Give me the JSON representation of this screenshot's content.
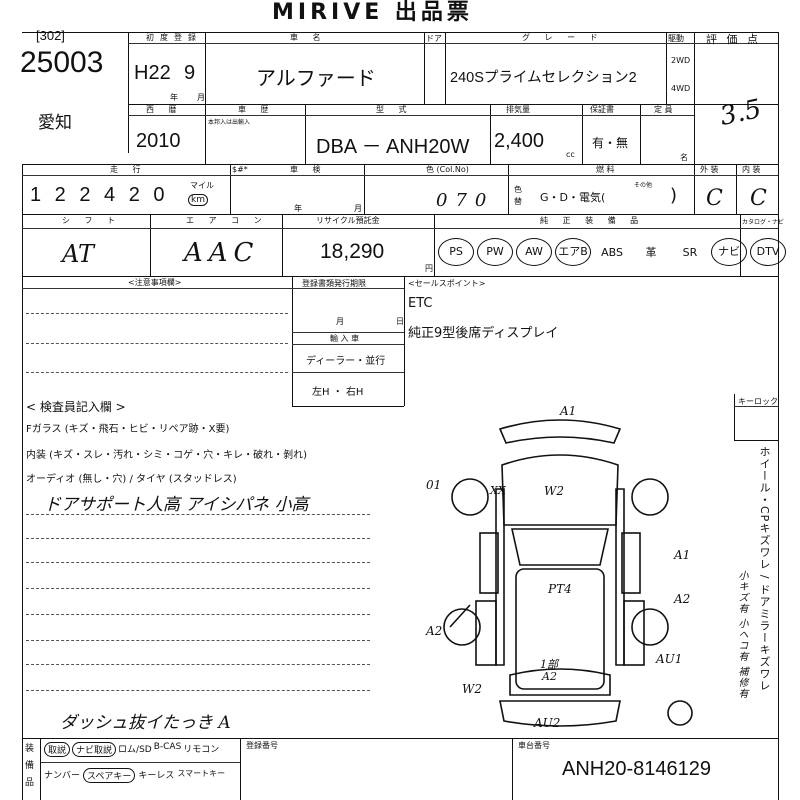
{
  "header": {
    "title": "MIRIVE 出品票",
    "lot_tag": "[302]",
    "lot_no": "25003",
    "region": "愛知"
  },
  "row1": {
    "year_label": "初度登録",
    "year_value": "H22",
    "month_value": "9",
    "nen": "年",
    "tsuki": "月",
    "model_label": "車 名",
    "model_value": "アルファード",
    "door_label": "ドア",
    "grade_label": "グ レ ー ド",
    "grade_value": "240Sプライムセレクション2",
    "drive_label": "駆動",
    "drive_2wd": "2WD",
    "drive_4wd": "4WD",
    "rating_label": "評 価 点",
    "rating_value": "3.5"
  },
  "row2": {
    "seireki_label": "西 暦",
    "seireki_value": "2010",
    "shaken_label": "車 歴",
    "shaken_note": "本邦入は出輸入",
    "type_label": "型 式",
    "type_value": "DBA － ANH20W",
    "cc_label": "排気量",
    "cc_value": "2,400",
    "cc_unit": "cc",
    "warranty_label": "保証書",
    "warranty_value": "有・無",
    "capacity_label": "定 員",
    "capacity_unit": "名"
  },
  "row3": {
    "mileage_label": "走 行",
    "mileage_value": "1 2 2 4 2 0",
    "unit_mile": "マイル",
    "unit_km": "km",
    "bar_label": "$#*",
    "inspection_label": "車 検",
    "inspection_y": "年",
    "inspection_m": "月",
    "color_label": "色 (Col.No)",
    "color_value": "070",
    "color_side": "色替",
    "fuel_label": "燃 料",
    "fuel_value": "G・D・電気(",
    "fuel_other": "その他",
    "fuel_close": ")",
    "ext_label": "外 装",
    "ext_value": "C",
    "int_label": "内 装",
    "int_value": "C"
  },
  "row4": {
    "shift_label": "シ フ ト",
    "shift_value": "AT",
    "ac_label": "エ ア コ ン",
    "ac_value": "AAC",
    "recycle_label": "リサイクル預託金",
    "recycle_value": "18,290",
    "recycle_unit": "円",
    "equip_label": "純 正 装 備 品",
    "equip": [
      "PS",
      "PW",
      "AW",
      "エアB",
      "ABS",
      "革",
      "SR",
      "ナビ",
      "DTV"
    ],
    "catalog_label": "カタログ・ナビ"
  },
  "notes": {
    "remarks_label": "<注意事項欄>",
    "reg_label": "登録書類発行期限",
    "reg_m": "月",
    "reg_d": "日",
    "import_label": "輸 入 車",
    "import_value": "ディーラー・並行",
    "handle_value": "左H ・ 右H",
    "sales_label": "<セールスポイント>",
    "sales_1": "ETC",
    "sales_2": "純正9型後席ディスプレイ"
  },
  "inspector": {
    "title": "< 検査員記入欄 >",
    "line_glass": "Fガラス (キズ・飛石・ヒビ・リペア跡・X要)",
    "line_interior": "内装 (キズ・スレ・汚れ・シミ・コゲ・穴・キレ・破れ・剝れ)",
    "line_audio": "オーディオ (無し・穴) / タイヤ (スタッドレス)",
    "hand_1": "ドアサポート人高 アイシパネ 小高",
    "hand_2": "ダッシュ抜イたっき A",
    "keylock_label": "キーロック",
    "side_note": "ホイール・CPキズワレ / ドアミラーキズワレ",
    "side_hand": "小キズ有  小ヘコ有  補修有"
  },
  "diagram": {
    "marks": [
      "A1",
      "W2",
      "XX",
      "01",
      "A1",
      "A2",
      "A2",
      "PT4",
      "AU1",
      "W2",
      "1部",
      "A2",
      "AU2"
    ]
  },
  "footer": {
    "cat_label": "装備品",
    "opts_row1": [
      "取説",
      "ナビ取説",
      "ロム/SD",
      "B-CAS",
      "リモコン"
    ],
    "opts_row2": [
      "ナンバー",
      "スペアキー",
      "キーレス",
      "スマートキー"
    ],
    "reg_no_label": "登録番号",
    "chassis_label": "車台番号",
    "chassis_value": "ANH20-8146129"
  }
}
